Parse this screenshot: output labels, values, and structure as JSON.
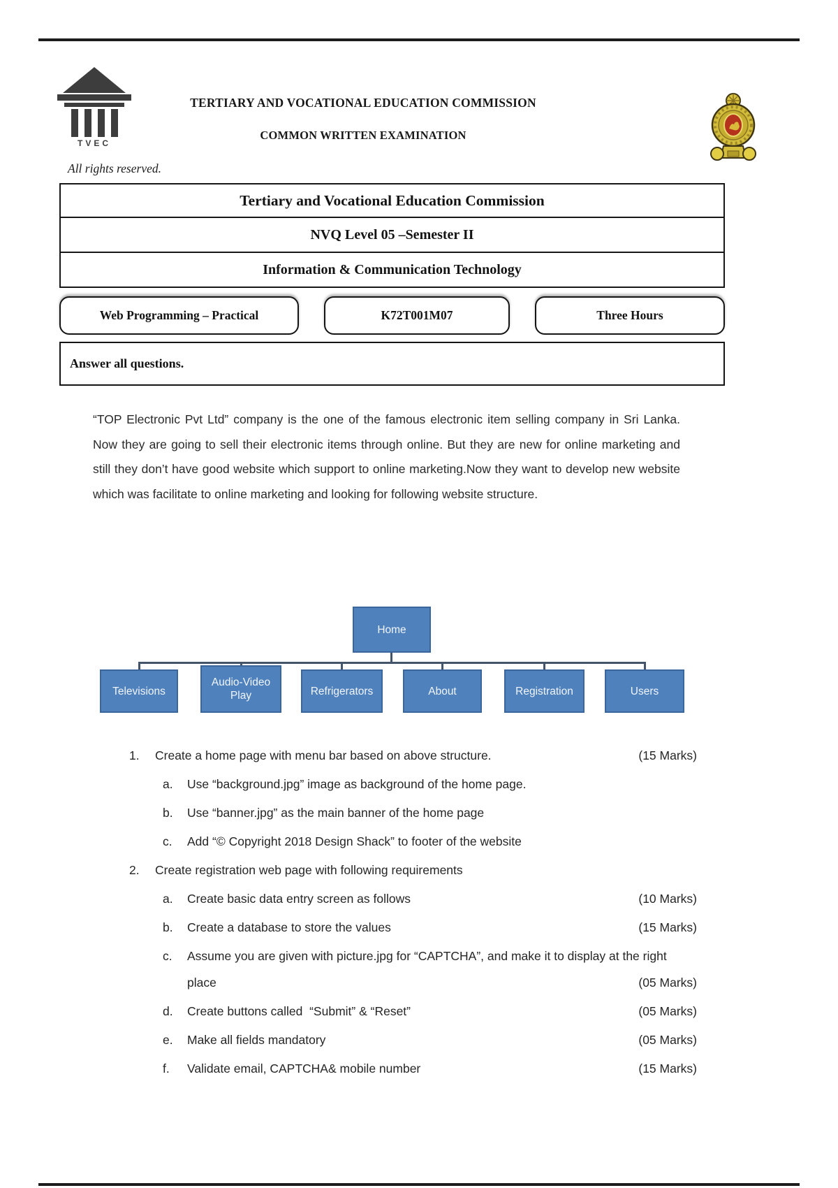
{
  "header": {
    "logo_text": "TVEC",
    "logo_icon": "tvec-building-icon",
    "emblem_icon": "sri-lanka-national-emblem-icon",
    "org_title": "TERTIARY AND VOCATIONAL EDUCATION COMMISSION",
    "exam_title": "COMMON WRITTEN EXAMINATION",
    "rights_note": "All rights reserved."
  },
  "exam_info": {
    "rows": [
      "Tertiary and Vocational Education Commission",
      "NVQ Level 05 –Semester II",
      "Information & Communication Technology"
    ]
  },
  "meta": {
    "subject": "Web Programming – Practical",
    "paper_code": "K72T001M07",
    "duration": "Three Hours"
  },
  "instruction": "Answer all questions.",
  "intro_paragraph": "“TOP Electronic Pvt Ltd” company is the one of the famous electronic item selling company in Sri Lanka. Now they are going to sell their electronic items through online. But they are new for online marketing and still they don’t have good website which support to online marketing.Now they want to develop new website which was facilitate to online marketing and looking for following website structure.",
  "sitemap": {
    "root": "Home",
    "children": [
      "Televisions",
      "Audio-Video Play",
      "Refrigerators",
      "About",
      "Registration",
      "Users"
    ],
    "colors": {
      "box_fill": "#4f81bd",
      "box_border": "#3a669c",
      "line": "#44546a"
    }
  },
  "questions": [
    {
      "number": "1.",
      "text": "Create a home page with menu bar based on above structure.",
      "marks": "(15 Marks)",
      "subitems": [
        {
          "letter": "a.",
          "text": "Use “background.jpg” image as background of the home page.",
          "marks": ""
        },
        {
          "letter": "b.",
          "text": "Use “banner.jpg” as the main banner of the home page",
          "marks": ""
        },
        {
          "letter": "c.",
          "text": "Add “© Copyright 2018 Design Shack” to footer of the website",
          "marks": ""
        }
      ]
    },
    {
      "number": "2.",
      "text": "Create registration web page with following requirements",
      "marks": "",
      "subitems": [
        {
          "letter": "a.",
          "text": "Create basic data entry screen as follows",
          "marks": "(10 Marks)"
        },
        {
          "letter": "b.",
          "text": "Create a database to store the values",
          "marks": "(15 Marks)"
        },
        {
          "letter": "c.",
          "text": "Assume you are given with picture.jpg for “CAPTCHA”, and make it to display at the right place",
          "marks": "(05 Marks)"
        },
        {
          "letter": "d.",
          "text": "Create buttons called  “Submit” & “Reset”",
          "marks": "(05 Marks)"
        },
        {
          "letter": "e.",
          "text": "Make all fields mandatory",
          "marks": "(05 Marks)"
        },
        {
          "letter": "f.",
          "text": "Validate email, CAPTCHA& mobile number",
          "marks": "(15 Marks)"
        }
      ]
    }
  ]
}
